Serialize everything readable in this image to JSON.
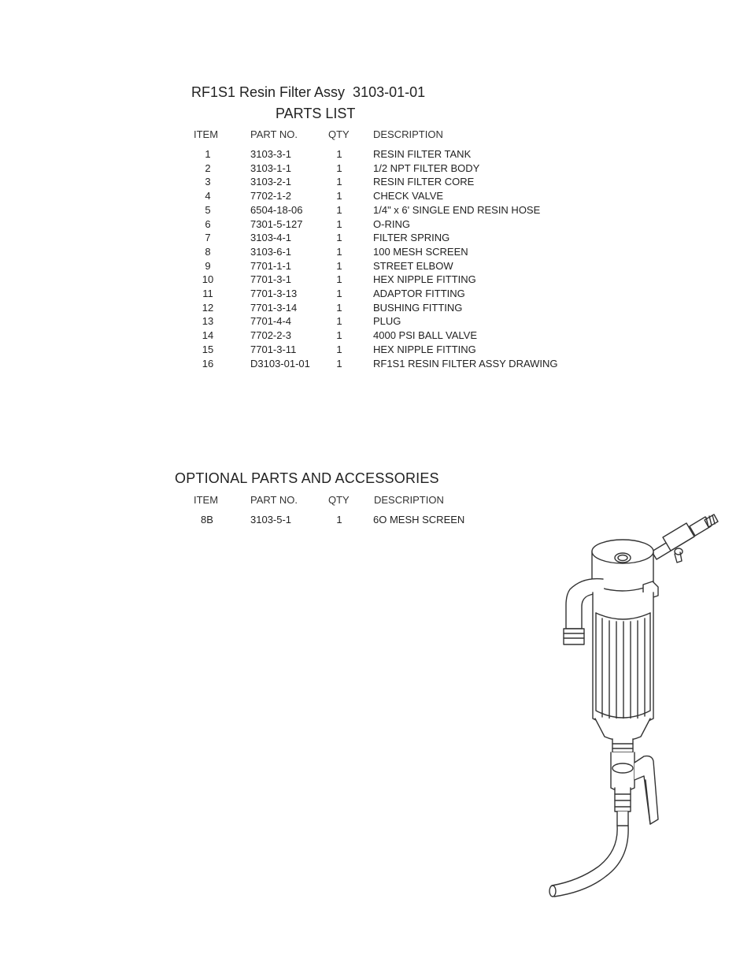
{
  "document": {
    "title": "RF1S1 Resin Filter Assy  3103-01-01",
    "subtitle": "PARTS LIST"
  },
  "parts_list": {
    "headers": {
      "item": "ITEM",
      "part_no": "PART NO.",
      "qty": "QTY",
      "description": "DESCRIPTION"
    },
    "rows": [
      {
        "item": "1",
        "part_no": "3103-3-1",
        "qty": "1",
        "description": "RESIN FILTER TANK"
      },
      {
        "item": "2",
        "part_no": "3103-1-1",
        "qty": "1",
        "description": "1/2 NPT FILTER BODY"
      },
      {
        "item": "3",
        "part_no": "3103-2-1",
        "qty": "1",
        "description": "RESIN FILTER CORE"
      },
      {
        "item": "4",
        "part_no": "7702-1-2",
        "qty": "1",
        "description": "CHECK VALVE"
      },
      {
        "item": "5",
        "part_no": "6504-18-06",
        "qty": "1",
        "description": "1/4\" x 6' SINGLE END RESIN HOSE"
      },
      {
        "item": "6",
        "part_no": "7301-5-127",
        "qty": "1",
        "description": "O-RING"
      },
      {
        "item": "7",
        "part_no": "3103-4-1",
        "qty": "1",
        "description": "FILTER SPRING"
      },
      {
        "item": "8",
        "part_no": "3103-6-1",
        "qty": "1",
        "description": "100 MESH SCREEN"
      },
      {
        "item": "9",
        "part_no": "7701-1-1",
        "qty": "1",
        "description": "STREET ELBOW"
      },
      {
        "item": "10",
        "part_no": "7701-3-1",
        "qty": "1",
        "description": "HEX NIPPLE FITTING"
      },
      {
        "item": "11",
        "part_no": "7701-3-13",
        "qty": "1",
        "description": "ADAPTOR FITTING"
      },
      {
        "item": "12",
        "part_no": "7701-3-14",
        "qty": "1",
        "description": "BUSHING FITTING"
      },
      {
        "item": "13",
        "part_no": "7701-4-4",
        "qty": "1",
        "description": "PLUG"
      },
      {
        "item": "14",
        "part_no": "7702-2-3",
        "qty": "1",
        "description": "4000 PSI BALL VALVE"
      },
      {
        "item": "15",
        "part_no": "7701-3-11",
        "qty": "1",
        "description": "HEX NIPPLE FITTING"
      },
      {
        "item": "16",
        "part_no": "D3103-01-01",
        "qty": "1",
        "description": "RF1S1 RESIN FILTER ASSY DRAWING"
      }
    ]
  },
  "optional_parts": {
    "title": "OPTIONAL PARTS AND ACCESSORIES",
    "headers": {
      "item": "ITEM",
      "part_no": "PART NO.",
      "qty": "QTY",
      "description": "DESCRIPTION"
    },
    "rows": [
      {
        "item": "8B",
        "part_no": "3103-5-1",
        "qty": "1",
        "description": "6O MESH SCREEN"
      }
    ]
  }
}
